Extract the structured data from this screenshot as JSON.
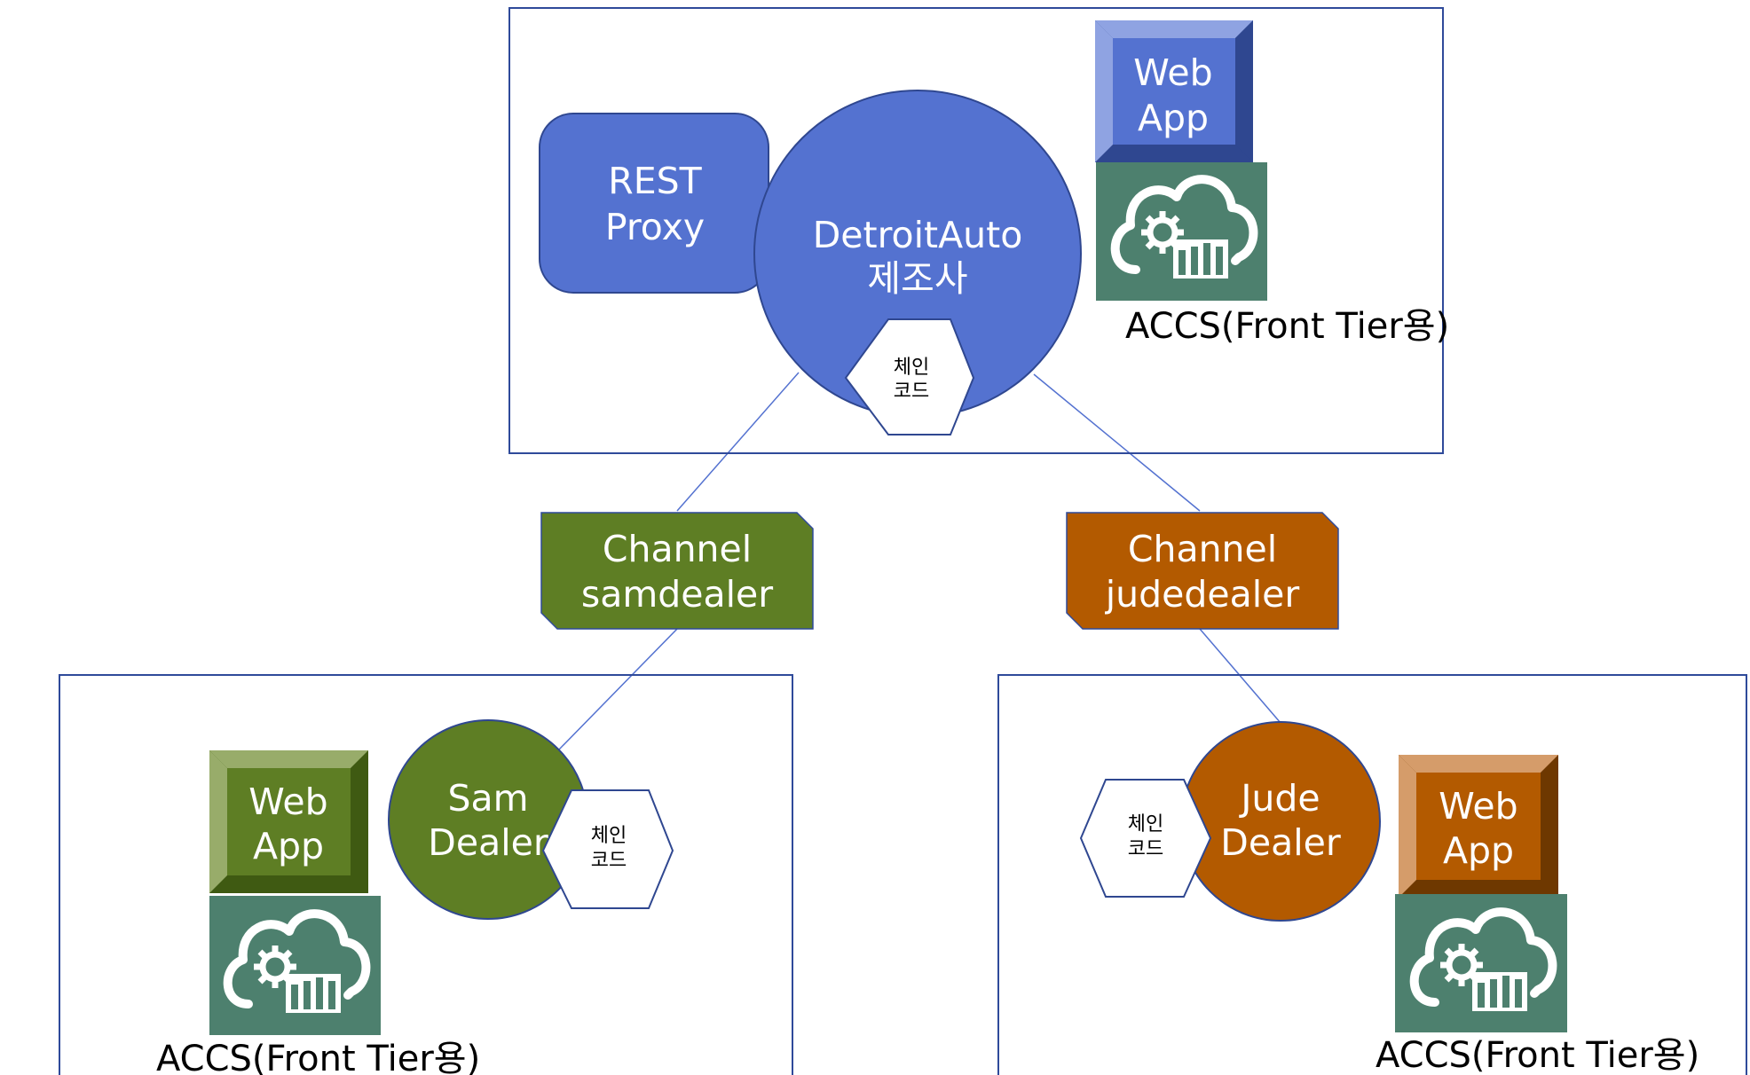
{
  "top": {
    "rest_proxy": [
      "REST",
      "Proxy"
    ],
    "manufacturer": [
      "DetroitAuto",
      "제조사"
    ],
    "chaincode": [
      "체인",
      "코드"
    ],
    "webapp": [
      "Web",
      "App"
    ],
    "accs_label": "ACCS(Front Tier용)"
  },
  "channels": {
    "left": [
      "Channel",
      "samdealer"
    ],
    "right": [
      "Channel",
      "judedealer"
    ]
  },
  "left_dealer": {
    "name": [
      "Sam",
      "Dealer"
    ],
    "chaincode": [
      "체인",
      "코드"
    ],
    "webapp": [
      "Web",
      "App"
    ],
    "accs_label": "ACCS(Front Tier용)"
  },
  "right_dealer": {
    "name": [
      "Jude",
      "Dealer"
    ],
    "chaincode": [
      "체인",
      "코드"
    ],
    "webapp": [
      "Web",
      "App"
    ],
    "accs_label": "ACCS(Front Tier용)"
  },
  "colors": {
    "blue": "#5472D0",
    "blue_dark": "#2F4790",
    "green": "#5E7E24",
    "orange": "#B35A00",
    "teal": "#4D806E",
    "frame": "#2F4A9A"
  },
  "icons": [
    "cloud-gear-chart-icon"
  ]
}
